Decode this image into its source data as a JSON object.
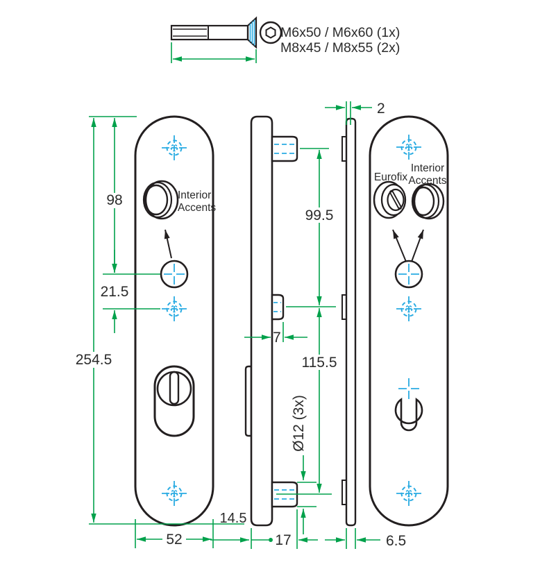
{
  "screw": {
    "spec_line1": "M6x50 / M6x60 (1x)",
    "spec_line2": "M8x45 / M8x55 (2x)"
  },
  "front_view": {
    "ring_label_line1": "Interior",
    "ring_label_line2": "Accents",
    "dim_height": "254.5",
    "dim_top_to_hole": "98",
    "dim_hole_to_fixing": "21.5",
    "dim_width": "52"
  },
  "side_view": {
    "dim_top_boss_to_mid": "99.5",
    "dim_mid_boss_length": "7",
    "dim_mid_to_bottom_boss": "115.5",
    "dim_boss_diameter": "Ø12 (3x)",
    "dim_plate_thickness": "14.5",
    "dim_total_depth": "17"
  },
  "back_view": {
    "knob_left_label": "Eurofix",
    "knob_right_label_line1": "Interior",
    "knob_right_label_line2": "Accents",
    "dim_sheet_thickness": "2",
    "dim_profile_depth": "6.5"
  },
  "colors": {
    "dimension_green": "#00a14b",
    "centerline_blue": "#29abe2",
    "outline_black": "#231f20"
  }
}
